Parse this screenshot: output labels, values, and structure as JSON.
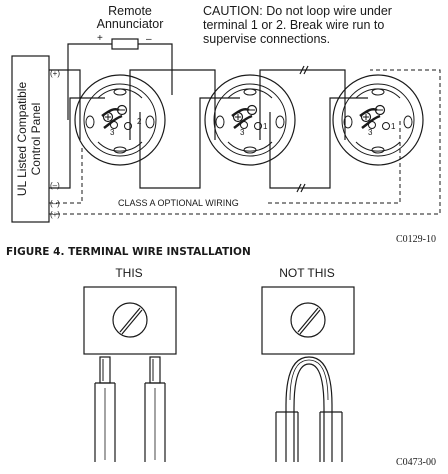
{
  "labels": {
    "remote_annunciator_line1": "Remote",
    "remote_annunciator_line2": "Annunciator",
    "caution_line1": "CAUTION: Do not loop wire under",
    "caution_line2": "terminal 1 or 2.  Break wire run to",
    "caution_line3": "supervise connections.",
    "panel_line1": "UL Listed Compatible",
    "panel_line2": "Control Panel",
    "plus": "(+)",
    "minus": "(–)",
    "class_a": "CLASS A OPTIONAL WIRING",
    "annunciator_plus": "+",
    "annunciator_minus": "–",
    "terminal_1": "1",
    "terminal_2": "2",
    "terminal_3": "3",
    "code_top": "C0129-10",
    "figure_title": "FIGURE 4. TERMINAL WIRE INSTALLATION",
    "this": "THIS",
    "not_this": "NOT THIS",
    "code_bottom": "C0473-00"
  }
}
